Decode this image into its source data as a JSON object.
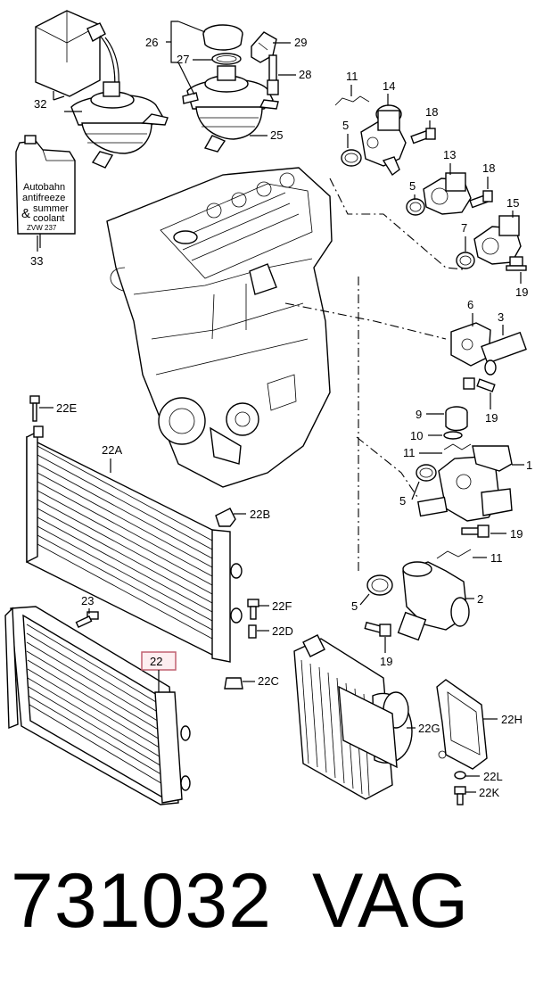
{
  "labels": {
    "l32": "32",
    "l33": "33",
    "l26": "26",
    "l27": "27",
    "l25": "25",
    "l29": "29",
    "l28": "28",
    "l11a": "11",
    "l14": "14",
    "l5a": "5",
    "l18a": "18",
    "l13": "13",
    "l5b": "5",
    "l18b": "18",
    "l15": "15",
    "l7": "7",
    "l19a": "19",
    "l6": "6",
    "l3": "3",
    "l19b": "19",
    "l9": "9",
    "l10": "10",
    "l11b": "11",
    "l1": "1",
    "l5c": "5",
    "l19c": "19",
    "l11c": "11",
    "l2": "2",
    "l5d": "5",
    "l19d": "19",
    "l22E": "22E",
    "l22A": "22A",
    "l22B": "22B",
    "l22F": "22F",
    "l22D": "22D",
    "l22C": "22C",
    "l23": "23",
    "l22": "22",
    "l22G": "22G",
    "l22H": "22H",
    "l22L": "22L",
    "l22K": "22K"
  },
  "jug_text": {
    "line1": "Autobahn",
    "line2": "antifreeze",
    "line3": "summer",
    "line4": "coolant",
    "amp": "&",
    "code": "ZVW  237"
  },
  "footer": {
    "part_number": "731032",
    "brand": "VAG"
  },
  "colors": {
    "highlight_border": "#c06070",
    "highlight_fill": "#fdeef0"
  }
}
